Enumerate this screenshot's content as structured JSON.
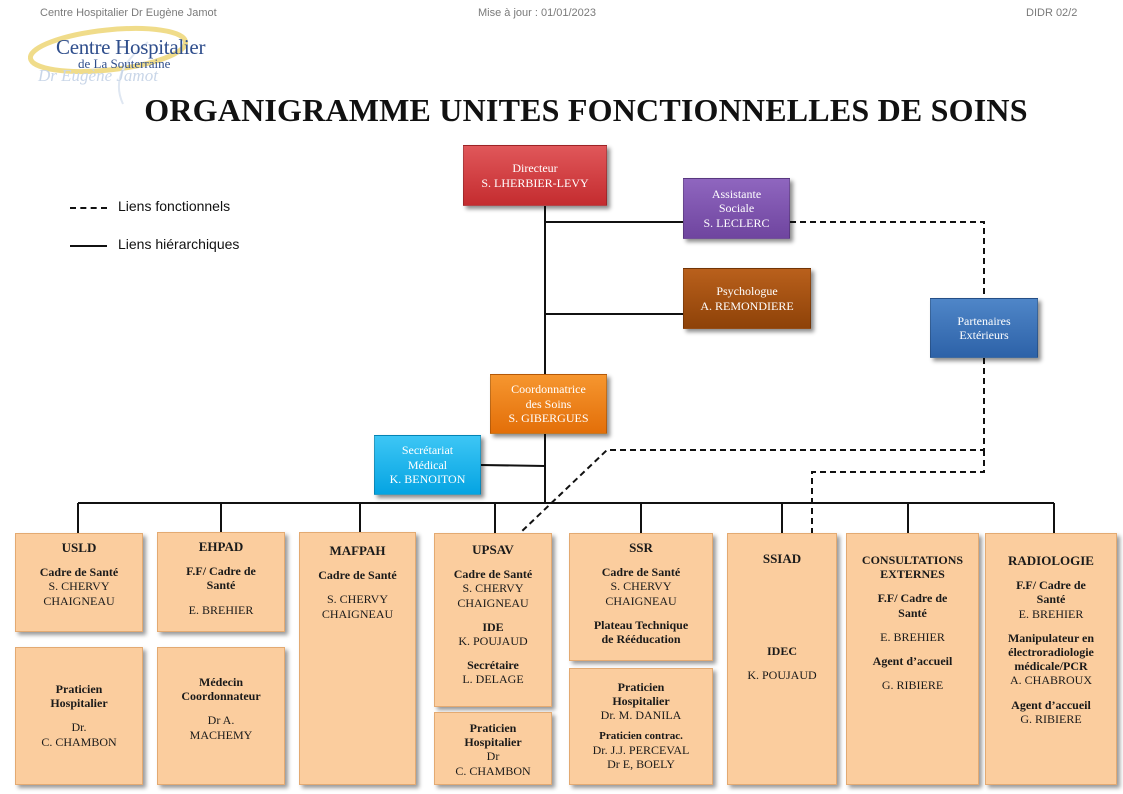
{
  "header": {
    "left": "Centre Hospitalier Dr Eugène Jamot",
    "center": "Mise à jour : 01/01/2023",
    "right": "DIDR 02/2"
  },
  "logo": {
    "line1": "Centre Hospitalier",
    "line2": "de La Souterraine",
    "signature": "Dr Eugène Jamot"
  },
  "title": "ORGANIGRAMME UNITES FONCTIONNELLES DE SOINS",
  "legend": {
    "functional": "Liens fonctionnels",
    "hierarchical": "Liens hiérarchiques"
  },
  "colors": {
    "director": "#c8302f",
    "social": "#7a52ab",
    "psychologist": "#9b4b0f",
    "partners": "#3a70b6",
    "coordinator": "#e8760f",
    "secretariat": "#17b2ea",
    "unit": "#fbcd9e"
  },
  "nodes": {
    "director": {
      "role": "Directeur",
      "name": "S. LHERBIER-LEVY"
    },
    "social": {
      "role1": "Assistante",
      "role2": "Sociale",
      "name": "S. LECLERC"
    },
    "psychologist": {
      "role": "Psychologue",
      "name": "A. REMONDIERE"
    },
    "partners": {
      "line1": "Partenaires",
      "line2": "Extérieurs"
    },
    "coordinator": {
      "role1": "Coordonnatrice",
      "role2": "des Soins",
      "name": "S. GIBERGUES"
    },
    "secretariat": {
      "role1": "Secrétariat",
      "role2": "Médical",
      "name": "K. BENOITON"
    }
  },
  "units": {
    "usld": {
      "title": "USLD",
      "role": "Cadre de Santé",
      "name1": "S. CHERVY",
      "name2": "CHAIGNEAU"
    },
    "usld_ph": {
      "role1": "Praticien",
      "role2": "Hospitalier",
      "name1": "Dr.",
      "name2": "C. CHAMBON"
    },
    "ehpad": {
      "title": "EHPAD",
      "role1": "F.F/ Cadre de",
      "role2": "Santé",
      "name": "E. BREHIER"
    },
    "ehpad_med": {
      "role1": "Médecin",
      "role2": "Coordonnateur",
      "name1": "Dr A.",
      "name2": "MACHEMY"
    },
    "mafpah": {
      "title": "MAFPAH",
      "role": "Cadre de Santé",
      "name1": "S. CHERVY",
      "name2": "CHAIGNEAU"
    },
    "upsav": {
      "title": "UPSAV",
      "role": "Cadre de Santé",
      "name1": "S. CHERVY",
      "name2": "CHAIGNEAU",
      "ide_role": "IDE",
      "ide_name": "K. POUJAUD",
      "sec_role": "Secrétaire",
      "sec_name": "L. DELAGE"
    },
    "upsav_ph": {
      "role1": "Praticien",
      "role2": "Hospitalier",
      "name1": "Dr",
      "name2": "C. CHAMBON"
    },
    "ssr": {
      "title": "SSR",
      "role": "Cadre de Santé",
      "name1": "S. CHERVY",
      "name2": "CHAIGNEAU",
      "plateau1": "Plateau Technique",
      "plateau2": "de Rééducation"
    },
    "ssr_ph": {
      "role1": "Praticien",
      "role2": "Hospitalier",
      "name": "Dr. M. DANILA",
      "contract": "Praticien contrac.",
      "name2": "Dr. J.J. PERCEVAL",
      "name3": "Dr E, BOELY"
    },
    "ssiad": {
      "title": "SSIAD",
      "role": "IDEC",
      "name": "K. POUJAUD"
    },
    "consult": {
      "title1": "CONSULTATIONS",
      "title2": "EXTERNES",
      "role1": "F.F/ Cadre de",
      "role2": "Santé",
      "name": "E. BREHIER",
      "agent": "Agent d’accueil",
      "agent_name": "G. RIBIERE"
    },
    "radio": {
      "title": "RADIOLOGIE",
      "role1": "F.F/ Cadre de",
      "role2": "Santé",
      "name": "E. BREHIER",
      "manip1": "Manipulateur en",
      "manip2": "électroradiologie",
      "manip3": "médicale/PCR",
      "manip_name": "A. CHABROUX",
      "agent": "Agent d’accueil",
      "agent_name": "G. RIBIERE"
    }
  }
}
